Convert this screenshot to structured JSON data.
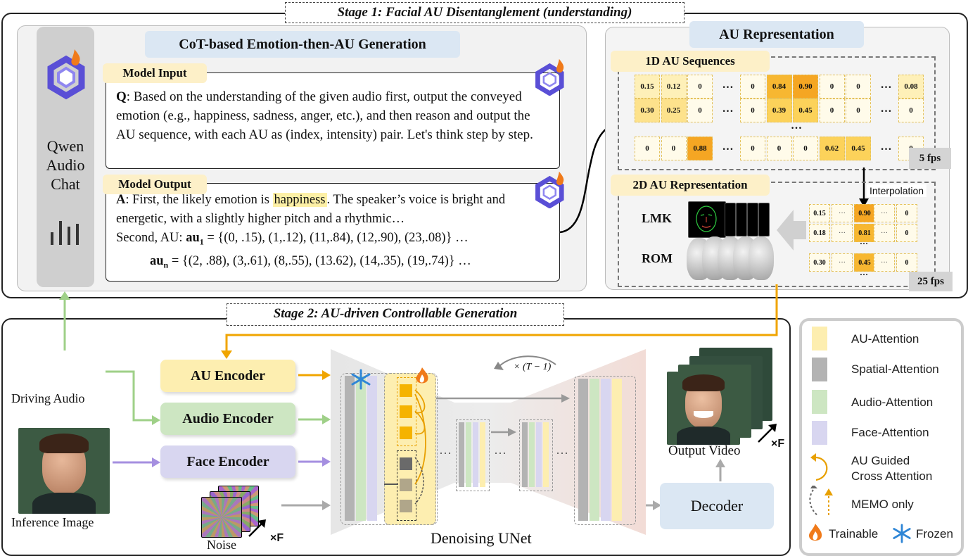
{
  "stage1": {
    "title": "Stage 1: Facial AU Disentanglement (understanding)",
    "qwen_label": [
      "Qwen",
      "Audio",
      "Chat"
    ],
    "cot_title": "CoT-based Emotion-then-AU Generation",
    "model_input": {
      "tag": "Model Input",
      "q_label": "Q",
      "text": ": Based on the understanding of the given audio first, output the conveyed emotion (e.g., happiness, sadness, anger, etc.), and then reason and output the AU sequence, with each AU as (index, intensity) pair. Let's think step by step."
    },
    "model_output": {
      "tag": "Model Output",
      "a_label": "A",
      "text_before": ": First, the likely emotion is ",
      "highlight": "happiness",
      "text_after": ". The speaker’s voice is bright and energetic, with a slightly higher pitch and a rhythmic…",
      "line3_prefix": "Second, AU: ",
      "au1_label": "au",
      "au1_sub": "1",
      "au1_vals": " = {(0, .15), (1,.12), (11,.84), (12,.90), (23,.08)} …",
      "aun_label": "au",
      "aun_sub": "n",
      "aun_vals": " = {(2, .88), (3,.61), (8,.55), (13.62), (14,.35), (19,.74)} …"
    },
    "au_repr_title": "AU Representation",
    "seq_title": "1D AU Sequences",
    "seq_rows": [
      [
        "0.15",
        "0.12",
        "0",
        "…",
        "0",
        "0.84",
        "0.90",
        "0",
        "0",
        "…",
        "0.08"
      ],
      [
        "0.30",
        "0.25",
        "0",
        "…",
        "0",
        "0.39",
        "0.45",
        "0",
        "0",
        "…",
        "0"
      ],
      [
        "0",
        "0",
        "0.88",
        "…",
        "0",
        "0",
        "0",
        "0.62",
        "0.45",
        "…",
        "0"
      ]
    ],
    "vertical_dots": "…",
    "fps5": "5 fps",
    "interpolation": "Interpolation",
    "repr2d_title": "2D AU Representation",
    "lmk": "LMK",
    "rom": "ROM",
    "repr2d_rows": [
      [
        "0.15",
        "···",
        "0.90",
        "···",
        "0"
      ],
      [
        "0.18",
        "···",
        "0.81",
        "···",
        "0"
      ],
      [
        "0.30",
        "···",
        "0.45",
        "···",
        "0"
      ]
    ],
    "fps25": "25 fps"
  },
  "stage2": {
    "title": "Stage 2: AU-driven Controllable Generation",
    "driving_audio": "Driving Audio",
    "inference_image": "Inference Image",
    "noise": "Noise",
    "xf": "×F",
    "au_encoder": "AU Encoder",
    "audio_encoder": "Audio Encoder",
    "face_encoder": "Face Encoder",
    "loop_label": "× (T − 1)",
    "unet_label": "Denoising UNet",
    "decoder": "Decoder",
    "output_video": "Output Video",
    "ellipsis": "···"
  },
  "legend": {
    "items": [
      {
        "label": "AU-Attention",
        "color": "#fdeeb0"
      },
      {
        "label": "Spatial-Attention",
        "color": "#b3b3b3"
      },
      {
        "label": "Audio-Attention",
        "color": "#cde6c2"
      },
      {
        "label": "Face-Attention",
        "color": "#d8d6f0"
      }
    ],
    "au_guided": [
      "AU Guided",
      "Cross Attention"
    ],
    "memo_only": "MEMO only",
    "trainable": "Trainable",
    "frozen": "Frozen"
  },
  "colors": {
    "orange": "#f0a500",
    "green": "#9fd088",
    "purple": "#a58fe0",
    "gray_arrow": "#999999"
  }
}
